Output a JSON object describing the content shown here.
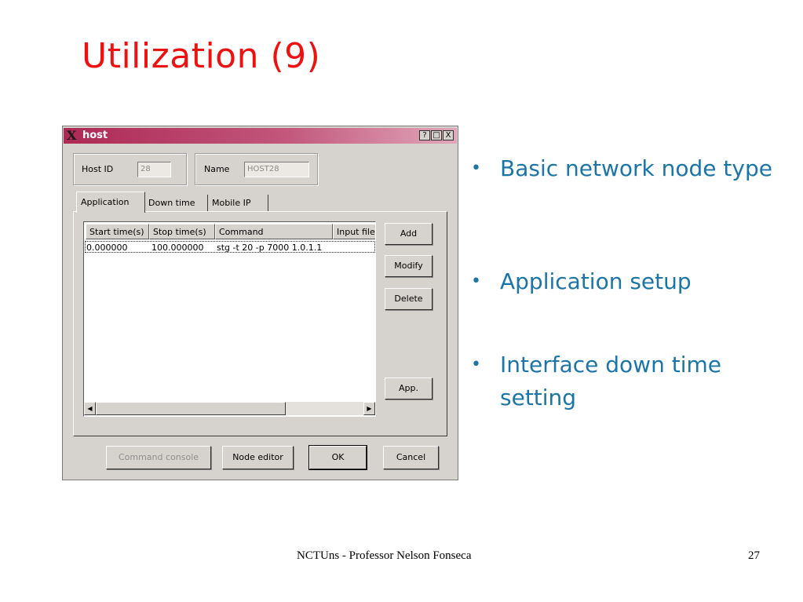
{
  "slide": {
    "title": "Utilization (9)",
    "footer": "NCTUns - Professor Nelson Fonseca",
    "page_number": "27",
    "bullets": [
      "Basic network node type",
      "Application setup",
      "Interface down time setting"
    ]
  },
  "window": {
    "title": "host",
    "logo": "X",
    "title_buttons": [
      "?",
      "□",
      "X"
    ],
    "host_id_label": "Host ID",
    "host_id_value": "28",
    "name_label": "Name",
    "name_value": "HOST28",
    "tabs": [
      "Application",
      "Down time",
      "Mobile IP"
    ],
    "active_tab": "Application",
    "table": {
      "columns": [
        "Start time(s)",
        "Stop time(s)",
        "Command",
        "Input file"
      ],
      "rows": [
        {
          "start": "0.000000",
          "stop": "100.000000",
          "command": "stg -t 20 -p 7000 1.0.1.1",
          "input": ""
        }
      ]
    },
    "side_buttons": {
      "add": "Add",
      "modify": "Modify",
      "delete": "Delete",
      "app": "App."
    },
    "bottom_buttons": {
      "command_console": "Command  console",
      "node_editor": "Node editor",
      "ok": "OK",
      "cancel": "Cancel"
    }
  },
  "colors": {
    "title_red": "#ee1111",
    "bullet_blue": "#1b75a8",
    "titlebar": "#ad2a55"
  },
  "icons": {
    "window_logo": "x-logo-icon",
    "help": "help-icon",
    "maximize": "maximize-icon",
    "close": "close-icon",
    "scroll_left": "arrow-left-icon",
    "scroll_right": "arrow-right-icon"
  }
}
